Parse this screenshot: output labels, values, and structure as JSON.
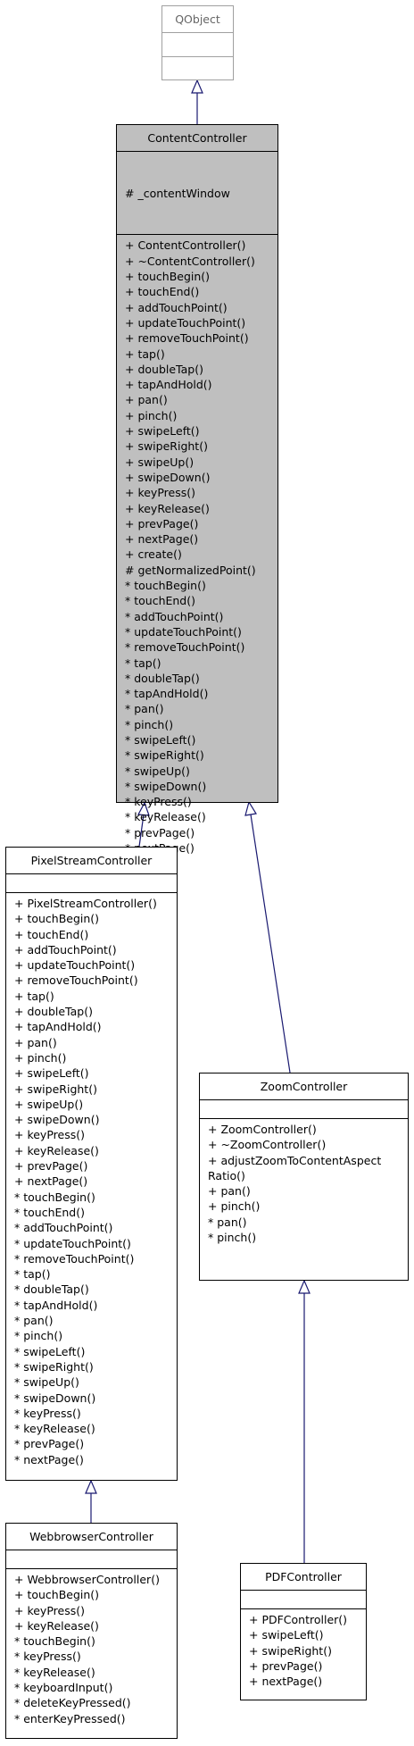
{
  "classes": {
    "qobject": {
      "name": "QObject",
      "attributes": [],
      "methods": []
    },
    "content_controller": {
      "name": "ContentController",
      "attributes": [
        "# _contentWindow"
      ],
      "methods": [
        "+ ContentController()",
        "+ ~ContentController()",
        "+ touchBegin()",
        "+ touchEnd()",
        "+ addTouchPoint()",
        "+ updateTouchPoint()",
        "+ removeTouchPoint()",
        "+ tap()",
        "+ doubleTap()",
        "+ tapAndHold()",
        "+ pan()",
        "+ pinch()",
        "+ swipeLeft()",
        "+ swipeRight()",
        "+ swipeUp()",
        "+ swipeDown()",
        "+ keyPress()",
        "+ keyRelease()",
        "+ prevPage()",
        "+ nextPage()",
        "+ create()",
        "# getNormalizedPoint()",
        "* touchBegin()",
        "* touchEnd()",
        "* addTouchPoint()",
        "* updateTouchPoint()",
        "* removeTouchPoint()",
        "* tap()",
        "* doubleTap()",
        "* tapAndHold()",
        "* pan()",
        "* pinch()",
        "* swipeLeft()",
        "* swipeRight()",
        "* swipeUp()",
        "* swipeDown()",
        "* keyPress()",
        "* keyRelease()",
        "* prevPage()",
        "* nextPage()"
      ]
    },
    "pixel_stream_controller": {
      "name": "PixelStreamController",
      "attributes": [],
      "methods": [
        "+ PixelStreamController()",
        "+ touchBegin()",
        "+ touchEnd()",
        "+ addTouchPoint()",
        "+ updateTouchPoint()",
        "+ removeTouchPoint()",
        "+ tap()",
        "+ doubleTap()",
        "+ tapAndHold()",
        "+ pan()",
        "+ pinch()",
        "+ swipeLeft()",
        "+ swipeRight()",
        "+ swipeUp()",
        "+ swipeDown()",
        "+ keyPress()",
        "+ keyRelease()",
        "+ prevPage()",
        "+ nextPage()",
        "* touchBegin()",
        "* touchEnd()",
        "* addTouchPoint()",
        "* updateTouchPoint()",
        "* removeTouchPoint()",
        "* tap()",
        "* doubleTap()",
        "* tapAndHold()",
        "* pan()",
        "* pinch()",
        "* swipeLeft()",
        "* swipeRight()",
        "* swipeUp()",
        "* swipeDown()",
        "* keyPress()",
        "* keyRelease()",
        "* prevPage()",
        "* nextPage()"
      ]
    },
    "zoom_controller": {
      "name": "ZoomController",
      "attributes": [],
      "methods": [
        "+ ZoomController()",
        "+ ~ZoomController()",
        "+ adjustZoomToContentAspect",
        "Ratio()",
        "+ pan()",
        "+ pinch()",
        "* pan()",
        "* pinch()"
      ]
    },
    "webbrowser_controller": {
      "name": "WebbrowserController",
      "attributes": [],
      "methods": [
        "+ WebbrowserController()",
        "+ touchBegin()",
        "+ keyPress()",
        "+ keyRelease()",
        "* touchBegin()",
        "* keyPress()",
        "* keyRelease()",
        "* keyboardInput()",
        "* deleteKeyPressed()",
        "* enterKeyPressed()"
      ]
    },
    "pdf_controller": {
      "name": "PDFController",
      "attributes": [],
      "methods": [
        "+ PDFController()",
        "+ swipeLeft()",
        "+ swipeRight()",
        "+ prevPage()",
        "+ nextPage()"
      ]
    }
  },
  "colors": {
    "edge": "#191970",
    "focus_fill": "#bfbfbf",
    "base_border": "#a0a0a0"
  }
}
